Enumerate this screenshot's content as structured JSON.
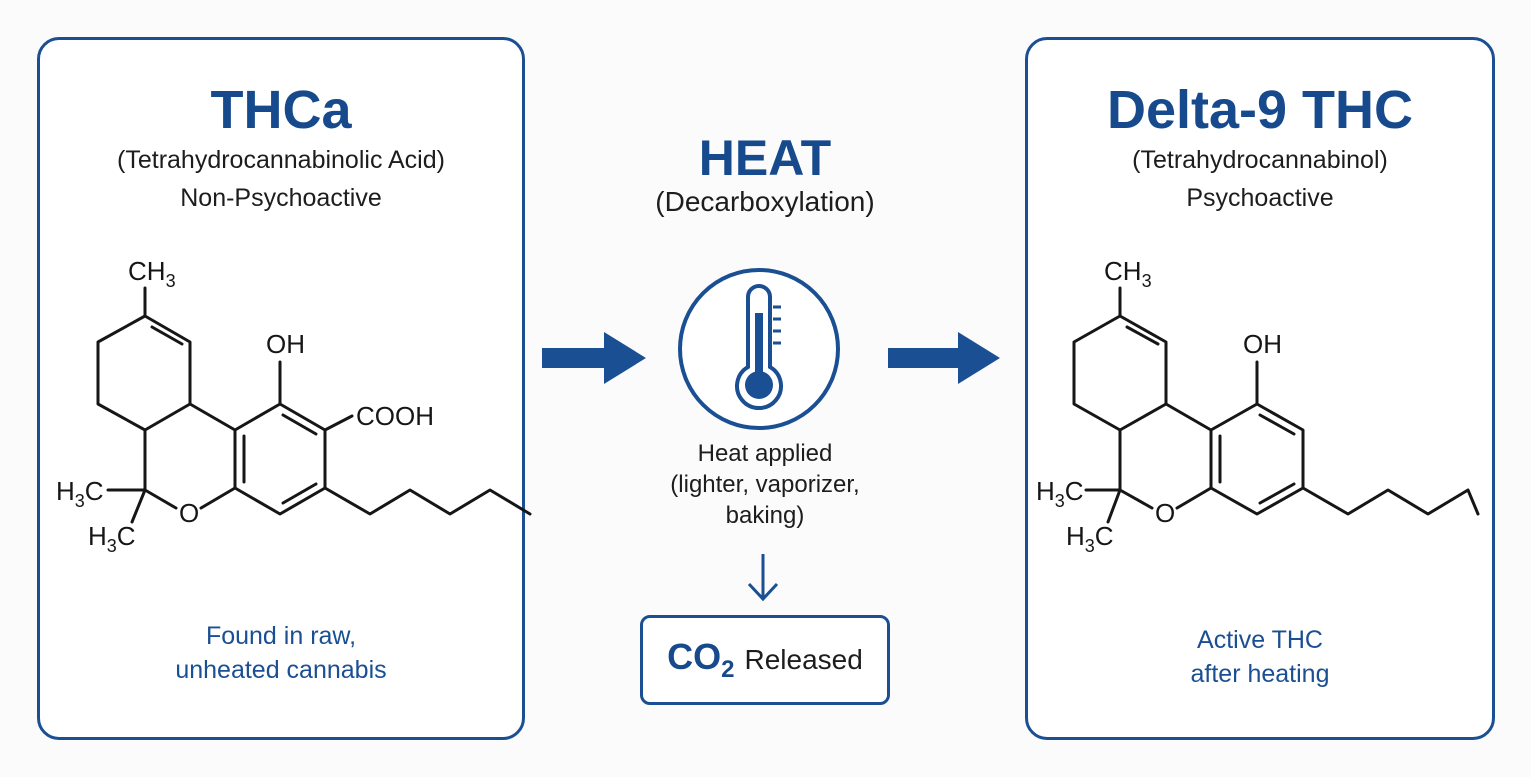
{
  "left_panel": {
    "title": "THCa",
    "subtitle": "(Tetrahydrocannabinolic Acid)",
    "property": "Non-Psychoactive",
    "note_line1": "Found in raw,",
    "note_line2": "unheated cannabis",
    "labels": {
      "ch3": "CH",
      "ch3_sub": "3",
      "oh": "OH",
      "cooh": "COOH",
      "h3c_a": "H",
      "h3c_a_sub": "3",
      "h3c_a_end": "C",
      "h3c_b": "H",
      "h3c_b_sub": "3",
      "h3c_b_end": "C",
      "o": "O"
    }
  },
  "center": {
    "title": "HEAT",
    "subtitle": "(Decarboxylation)",
    "desc_line1": "Heat applied",
    "desc_line2": "(lighter, vaporizer,",
    "desc_line3": "baking)",
    "co2_main": "CO",
    "co2_sub": "2",
    "co2_label": "Released",
    "thermometer_icon": "thermometer-icon",
    "arrow_icon": "arrow-right-icon",
    "down_arrow_icon": "arrow-down-icon"
  },
  "right_panel": {
    "title": "Delta-9 THC",
    "subtitle": "(Tetrahydrocannabinol)",
    "property": "Psychoactive",
    "note_line1": "Active THC",
    "note_line2": "after heating",
    "labels": {
      "ch3": "CH",
      "ch3_sub": "3",
      "oh": "OH",
      "h3c_a": "H",
      "h3c_a_sub": "3",
      "h3c_a_end": "C",
      "h3c_b": "H",
      "h3c_b_sub": "3",
      "h3c_b_end": "C",
      "o": "O"
    }
  },
  "colors": {
    "accent": "#1b4f93",
    "title": "#174a8c",
    "text": "#1d1d1d",
    "background": "#fbfbfb"
  }
}
